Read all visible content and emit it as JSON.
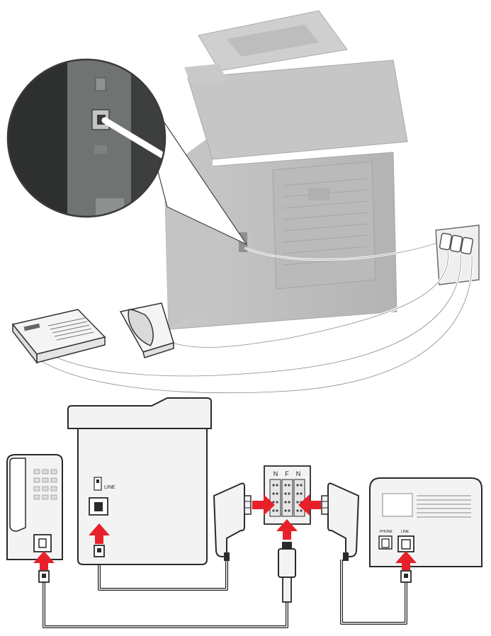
{
  "diagram": {
    "labels": {
      "line_port": "LINE",
      "socket_n_left": "N",
      "socket_f": "F",
      "socket_n_right": "N",
      "machine_port_phone": "PHONE",
      "machine_port_line": "LINE"
    },
    "colors": {
      "arrow": "#e8202a",
      "device": "#f2f2f2",
      "printer": "#bdbdbd",
      "outline": "#2a2a2a",
      "cable": "#ffffff",
      "zoom_dark": "#2d302f"
    }
  }
}
